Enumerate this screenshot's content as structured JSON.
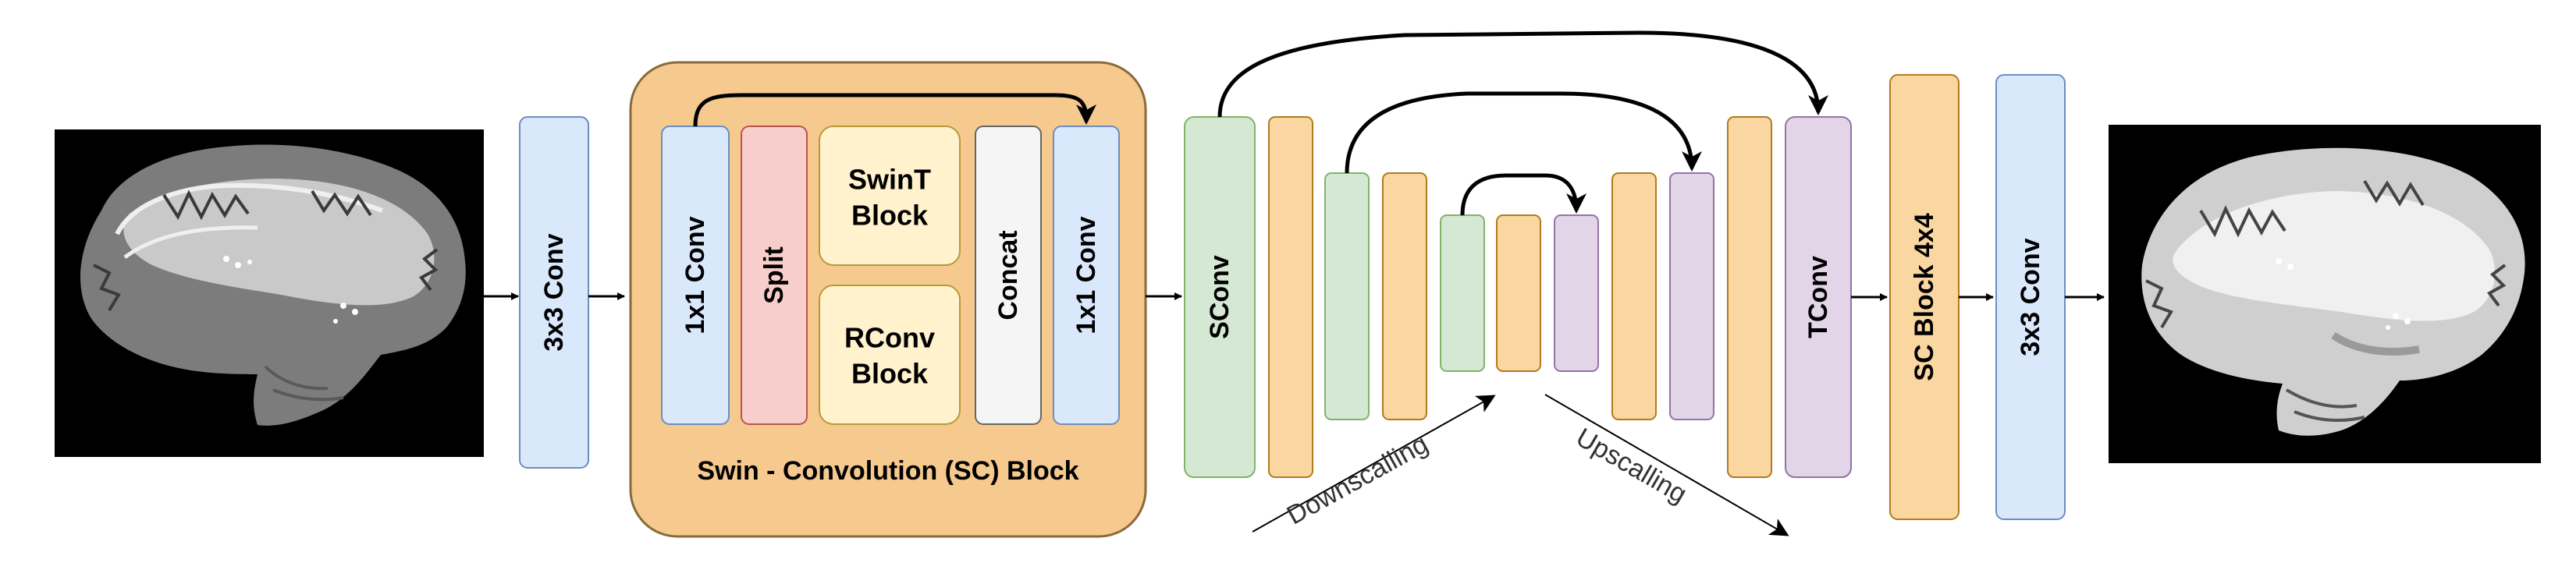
{
  "colors": {
    "blue_fill": "#dae8fc",
    "blue_stroke": "#6c8ebf",
    "orange_fill": "#fad7a0",
    "orange_stroke": "#b07b1e",
    "sc_block_fill": "#f6c98e",
    "sc_block_stroke": "#8a6a3a",
    "red_fill": "#f8cecc",
    "red_stroke": "#b85450",
    "yellow_fill": "#fff2cc",
    "yellow_stroke": "#b59a3a",
    "gray_fill": "#f5f5f5",
    "gray_stroke": "#666666",
    "green_fill": "#d5e8d4",
    "green_stroke": "#82b366",
    "purple_fill": "#e1d5e7",
    "purple_stroke": "#9673a6"
  },
  "diagram": {
    "input_image": "brain MRI sagittal slice (input)",
    "output_image": "brain MRI sagittal slice (output)",
    "conv_in_label": "3x3 Conv",
    "sc_block": {
      "title": "Swin - Convolution (SC) Block",
      "conv1_label": "1x1 Conv",
      "split_label": "Split",
      "swint_line1": "SwinT",
      "swint_line2": "Block",
      "rconv_line1": "RConv",
      "rconv_line2": "Block",
      "concat_label": "Concat",
      "conv2_label": "1x1 Conv"
    },
    "sconv_label": "SConv",
    "tconv_label": "TConv",
    "sc_block_4x4_label": "SC Block 4x4",
    "conv_out_label": "3x3 Conv",
    "downscaling_label": "Downscalling",
    "upscaling_label": "Upscalling"
  }
}
